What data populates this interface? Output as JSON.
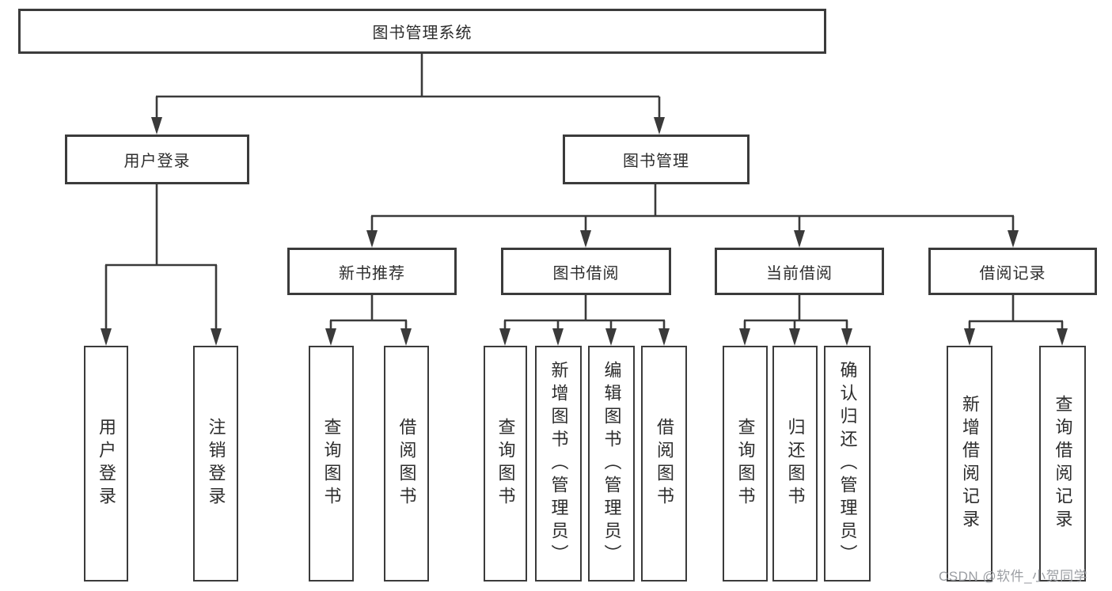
{
  "diagram": {
    "title": "图书管理系统",
    "level2": [
      {
        "label": "用户登录"
      },
      {
        "label": "图书管理"
      }
    ],
    "level3": [
      {
        "label": "新书推荐",
        "parent": "图书管理"
      },
      {
        "label": "图书借阅",
        "parent": "图书管理"
      },
      {
        "label": "当前借阅",
        "parent": "图书管理"
      },
      {
        "label": "借阅记录",
        "parent": "图书管理"
      }
    ],
    "leaves": [
      {
        "label": "用户登录",
        "parent": "用户登录"
      },
      {
        "label": "注销登录",
        "parent": "用户登录"
      },
      {
        "label": "查询图书",
        "parent": "新书推荐"
      },
      {
        "label": "借阅图书",
        "parent": "新书推荐"
      },
      {
        "label": "查询图书",
        "parent": "图书借阅"
      },
      {
        "label": "新增图书（管理员）",
        "parent": "图书借阅"
      },
      {
        "label": "编辑图书（管理员）",
        "parent": "图书借阅"
      },
      {
        "label": "借阅图书",
        "parent": "图书借阅"
      },
      {
        "label": "查询图书",
        "parent": "当前借阅"
      },
      {
        "label": "归还图书",
        "parent": "当前借阅"
      },
      {
        "label": "确认归还（管理员）",
        "parent": "当前借阅"
      },
      {
        "label": "新增借阅记录",
        "parent": "借阅记录"
      },
      {
        "label": "查询借阅记录",
        "parent": "借阅记录"
      }
    ],
    "watermark": "CSDN @软件_小贺同学",
    "colors": {
      "line": "#3a3a3a",
      "border": "#3b3b3b",
      "text": "#2d2d2d",
      "watermark": "#9b9ea3",
      "background": "#ffffff"
    }
  }
}
